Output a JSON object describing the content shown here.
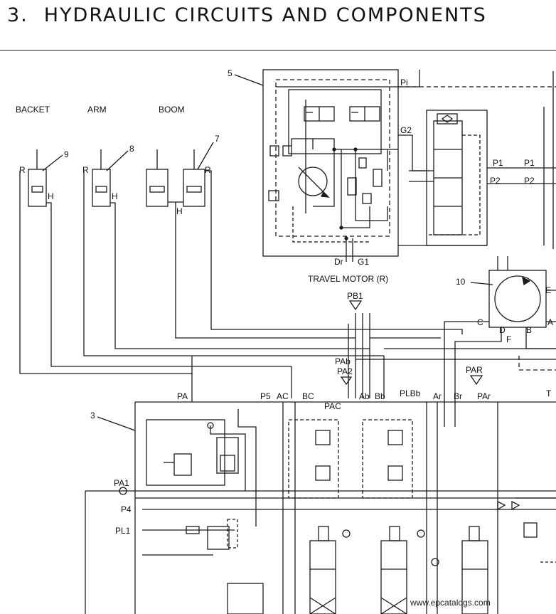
{
  "title": {
    "number": "3.",
    "text": "HYDRAULIC CIRCUITS AND COMPONENTS"
  },
  "cylinders": {
    "bucket": "BACKET",
    "arm": "ARM",
    "boom": "BOOM"
  },
  "component_numbers": {
    "bucket": "9",
    "arm": "8",
    "boom": "7",
    "pump": "5",
    "travel_motor": "10",
    "control_valve": "3"
  },
  "port_labels": {
    "r_bucket": "R",
    "h_bucket": "H",
    "r_arm": "R",
    "h_arm": "H",
    "r_boom": "R",
    "h_boom": "H",
    "pi": "Pi",
    "g2": "G2",
    "p1_a": "P1",
    "p2_a": "P2",
    "p1_b": "P1",
    "p2_b": "P2",
    "dr": "Dr",
    "g1": "G1",
    "e": "E",
    "c": "C",
    "d": "D",
    "b": "B",
    "a": "A",
    "f": "F",
    "pb1": "PB1",
    "pab": "PAb",
    "pa2": "PA2",
    "par": "PAR",
    "pa": "PA",
    "p5": "P5",
    "ac": "AC",
    "bc": "BC",
    "pac": "PAC",
    "ab": "Ab",
    "bb": "Bb",
    "plbb": "PLBb",
    "ar": "Ar",
    "br": "Br",
    "par2": "PAr",
    "t": "T",
    "pa1": "PA1",
    "p4": "P4",
    "pl1": "PL1"
  },
  "travel_motor_label": "TRAVEL MOTOR (R)",
  "watermark": "www.epcatalogs.com"
}
